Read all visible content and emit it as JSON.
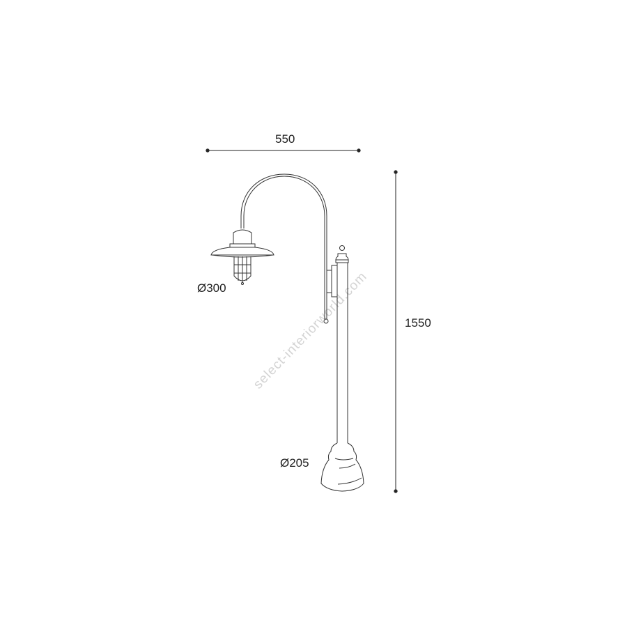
{
  "dimensions": {
    "width": "550",
    "height": "1550",
    "shade_diameter": "Ø300",
    "base_diameter": "Ø205"
  },
  "watermark": "select-interiorworld.com"
}
